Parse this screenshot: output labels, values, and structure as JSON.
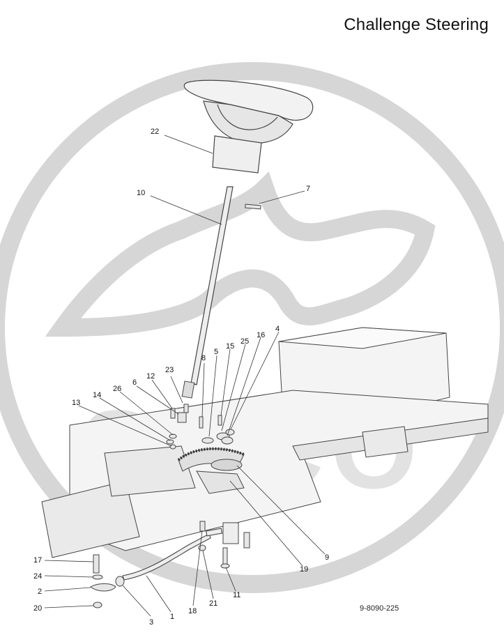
{
  "title": "Challenge Steering",
  "watermark_text": "SECO",
  "drawing_code": "9-8090-225",
  "colors": {
    "watermark": "#d6d6d6",
    "line": "#444444",
    "fill_light": "#efefef",
    "fill_mid": "#dcdcdc"
  },
  "part_labels": [
    {
      "id": "22",
      "text": "22"
    },
    {
      "id": "10",
      "text": "10"
    },
    {
      "id": "7",
      "text": "7"
    },
    {
      "id": "23",
      "text": "23"
    },
    {
      "id": "8",
      "text": "8"
    },
    {
      "id": "5",
      "text": "5"
    },
    {
      "id": "25",
      "text": "25"
    },
    {
      "id": "16",
      "text": "16"
    },
    {
      "id": "15",
      "text": "15"
    },
    {
      "id": "4",
      "text": "4"
    },
    {
      "id": "12",
      "text": "12"
    },
    {
      "id": "6",
      "text": "6"
    },
    {
      "id": "26",
      "text": "26"
    },
    {
      "id": "14",
      "text": "14"
    },
    {
      "id": "13",
      "text": "13"
    },
    {
      "id": "9",
      "text": "9"
    },
    {
      "id": "19",
      "text": "19"
    },
    {
      "id": "17",
      "text": "17"
    },
    {
      "id": "24",
      "text": "24"
    },
    {
      "id": "2",
      "text": "2"
    },
    {
      "id": "20",
      "text": "20"
    },
    {
      "id": "3",
      "text": "3"
    },
    {
      "id": "1",
      "text": "1"
    },
    {
      "id": "18",
      "text": "18"
    },
    {
      "id": "21",
      "text": "21"
    },
    {
      "id": "11",
      "text": "11"
    }
  ]
}
